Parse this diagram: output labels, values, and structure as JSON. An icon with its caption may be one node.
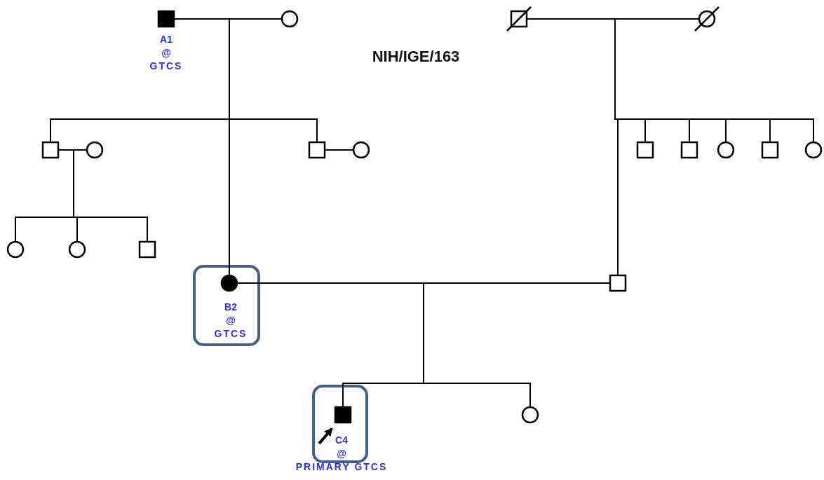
{
  "diagram": {
    "title": "NIH/IGE/163",
    "nodes": [
      {
        "text": [],
        "shape": "box",
        "beside": [
          "A1",
          "@",
          "GTCS"
        ]
      },
      {
        "text": [],
        "shape": "circle"
      },
      {
        "text": [],
        "shape": "box"
      },
      {
        "text": [],
        "shape": "circle"
      },
      {
        "text": [],
        "shape": "box"
      },
      {
        "text": [],
        "shape": "circle"
      },
      {
        "text": [],
        "shape": "box"
      },
      {
        "text": [],
        "shape": "circle"
      },
      {
        "text": [],
        "shape": "circle"
      },
      {
        "text": [],
        "shape": "circle"
      },
      {
        "text": [],
        "shape": "box"
      },
      {
        "text": [],
        "shape": "circle",
        "beside": [
          "B2",
          "@",
          "GTCS"
        ]
      },
      {
        "text": [],
        "shape": "box"
      },
      {
        "text": [],
        "shape": "box"
      },
      {
        "text": [],
        "shape": "box"
      },
      {
        "text": [],
        "shape": "circle"
      },
      {
        "text": [],
        "shape": "box"
      },
      {
        "text": [],
        "shape": "circle"
      },
      {
        "text": [],
        "shape": "box",
        "beside": [
          "C4",
          "@",
          "PRIMARY GTCS"
        ]
      },
      {
        "text": [],
        "shape": "circle"
      }
    ],
    "edges": [
      {
        "from": 0,
        "to": 1,
        "arrow": "none"
      },
      {
        "from": 2,
        "to": 3,
        "arrow": "none"
      },
      {
        "from": 4,
        "to": 5,
        "arrow": "none"
      },
      {
        "from": 6,
        "to": 7,
        "arrow": "none"
      },
      {
        "from": 11,
        "to": 12,
        "arrow": "none"
      },
      {
        "from": 0,
        "to": 4,
        "arrow": "none"
      },
      {
        "from": 1,
        "to": 4,
        "arrow": "none"
      },
      {
        "from": 0,
        "to": 11,
        "arrow": "none"
      },
      {
        "from": 1,
        "to": 11,
        "arrow": "none"
      },
      {
        "from": 0,
        "to": 6,
        "arrow": "none"
      },
      {
        "from": 1,
        "to": 6,
        "arrow": "none"
      },
      {
        "from": 2,
        "to": 12,
        "arrow": "none"
      },
      {
        "from": 3,
        "to": 12,
        "arrow": "none"
      },
      {
        "from": 2,
        "to": 13,
        "arrow": "none"
      },
      {
        "from": 3,
        "to": 13,
        "arrow": "none"
      },
      {
        "from": 2,
        "to": 14,
        "arrow": "none"
      },
      {
        "from": 3,
        "to": 14,
        "arrow": "none"
      },
      {
        "from": 2,
        "to": 15,
        "arrow": "none"
      },
      {
        "from": 3,
        "to": 15,
        "arrow": "none"
      },
      {
        "from": 2,
        "to": 16,
        "arrow": "none"
      },
      {
        "from": 3,
        "to": 16,
        "arrow": "none"
      },
      {
        "from": 2,
        "to": 17,
        "arrow": "none"
      },
      {
        "from": 3,
        "to": 17,
        "arrow": "none"
      },
      {
        "from": 4,
        "to": 8,
        "arrow": "none"
      },
      {
        "from": 5,
        "to": 8,
        "arrow": "none"
      },
      {
        "from": 4,
        "to": 9,
        "arrow": "none"
      },
      {
        "from": 5,
        "to": 9,
        "arrow": "none"
      },
      {
        "from": 4,
        "to": 10,
        "arrow": "none"
      },
      {
        "from": 5,
        "to": 10,
        "arrow": "none"
      },
      {
        "from": 11,
        "to": 18,
        "arrow": "none"
      },
      {
        "from": 12,
        "to": 18,
        "arrow": "none"
      },
      {
        "from": 11,
        "to": 19,
        "arrow": "none"
      },
      {
        "from": 12,
        "to": 19,
        "arrow": "none"
      },
      {
        "from": null,
        "to": 18,
        "arrow": "to",
        "style": "thick"
      }
    ]
  }
}
